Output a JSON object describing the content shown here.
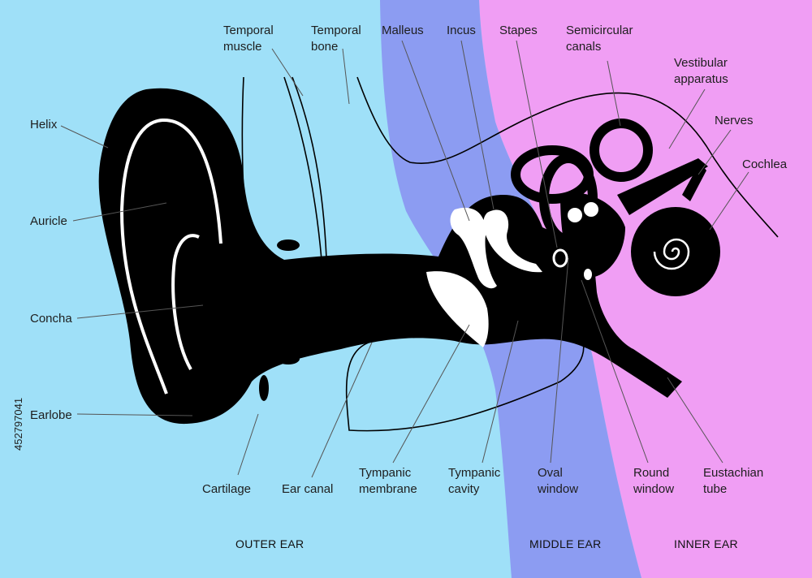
{
  "colors": {
    "outer_bg": "#9fe0f8",
    "middle_bg": "#8c9cf2",
    "inner_bg": "#f09ef4",
    "anatomy": "#000000",
    "highlight": "#ffffff"
  },
  "labels": {
    "temporal_muscle": [
      "Temporal",
      "muscle"
    ],
    "temporal_bone": [
      "Temporal",
      "bone"
    ],
    "malleus": [
      "Malleus"
    ],
    "incus": [
      "Incus"
    ],
    "stapes": [
      "Stapes"
    ],
    "semicircular_canals": [
      "Semicircular",
      "canals"
    ],
    "vestibular_apparatus": [
      "Vestibular",
      "apparatus"
    ],
    "nerves": [
      "Nerves"
    ],
    "cochlea": [
      "Cochlea"
    ],
    "helix": [
      "Helix"
    ],
    "auricle": [
      "Auricle"
    ],
    "concha": [
      "Concha"
    ],
    "earlobe": [
      "Earlobe"
    ],
    "cartilage": [
      "Cartilage"
    ],
    "ear_canal": [
      "Ear canal"
    ],
    "tympanic_membrane": [
      "Tympanic",
      "membrane"
    ],
    "tympanic_cavity": [
      "Tympanic",
      "cavity"
    ],
    "oval_window": [
      "Oval",
      "window"
    ],
    "round_window": [
      "Round",
      "window"
    ],
    "eustachian_tube": [
      "Eustachian",
      "tube"
    ]
  },
  "sections": {
    "outer": "OUTER EAR",
    "middle": "MIDDLE EAR",
    "inner": "INNER EAR"
  },
  "watermark": {
    "stock_id": "452797041"
  }
}
